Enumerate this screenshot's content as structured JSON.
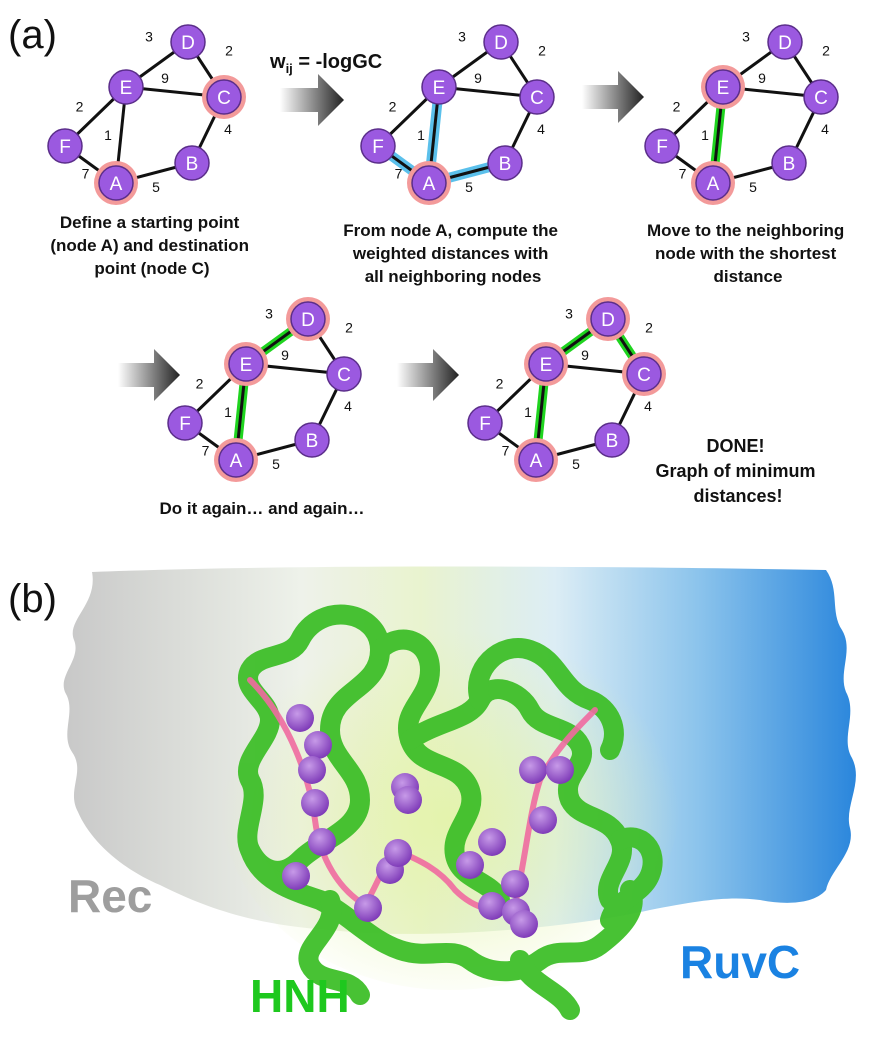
{
  "panel_a": {
    "label": "(a)",
    "formula": {
      "w": "w",
      "sub": "ij",
      "rest": " = -logGC"
    },
    "nodes": [
      "A",
      "B",
      "C",
      "D",
      "E",
      "F"
    ],
    "edges": [
      {
        "from": "D",
        "to": "E",
        "w": "3"
      },
      {
        "from": "D",
        "to": "C",
        "w": "2"
      },
      {
        "from": "E",
        "to": "C",
        "w": "9"
      },
      {
        "from": "E",
        "to": "F",
        "w": "2"
      },
      {
        "from": "E",
        "to": "A",
        "w": "1"
      },
      {
        "from": "F",
        "to": "A",
        "w": "7"
      },
      {
        "from": "A",
        "to": "B",
        "w": "5"
      },
      {
        "from": "B",
        "to": "C",
        "w": "4"
      }
    ],
    "steps": [
      {
        "name": "step1",
        "highlight_nodes": [
          "A",
          "C"
        ],
        "blue_edges": [],
        "green_edges": [],
        "caption": [
          "Define a starting point",
          "(node A) and destination",
          "point (node C)"
        ]
      },
      {
        "name": "step2",
        "highlight_nodes": [
          "A"
        ],
        "blue_edges": [
          "E-A",
          "F-A",
          "A-B"
        ],
        "green_edges": [],
        "caption": [
          "From node A, compute the",
          "weighted distances with",
          "all neighboring nodes"
        ]
      },
      {
        "name": "step3",
        "highlight_nodes": [
          "A",
          "E"
        ],
        "blue_edges": [],
        "green_edges": [
          "E-A"
        ],
        "caption": [
          "Move to the neighboring",
          "node with the shortest",
          "distance"
        ]
      },
      {
        "name": "step4",
        "highlight_nodes": [
          "A",
          "E",
          "D"
        ],
        "blue_edges": [],
        "green_edges": [
          "E-A",
          "D-E"
        ],
        "caption": [
          "Do it again… and again…"
        ]
      },
      {
        "name": "step5",
        "highlight_nodes": [
          "A",
          "E",
          "D",
          "C"
        ],
        "blue_edges": [],
        "green_edges": [
          "E-A",
          "D-E",
          "D-C"
        ],
        "caption": [
          "DONE!",
          "Graph of minimum",
          "distances!"
        ]
      }
    ]
  },
  "panel_b": {
    "label": "(b)",
    "domains": {
      "rec": "Rec",
      "hnh": "HNH",
      "ruvc": "RuvC"
    },
    "colors": {
      "rec": "#9e9e9e",
      "hnh": "#22c322",
      "ruvc": "#1a82e2"
    }
  },
  "colors": {
    "node": "#9b59e0",
    "highlight": "#f39a9a",
    "blue": "#5bc0eb",
    "green": "#1fd41f"
  }
}
